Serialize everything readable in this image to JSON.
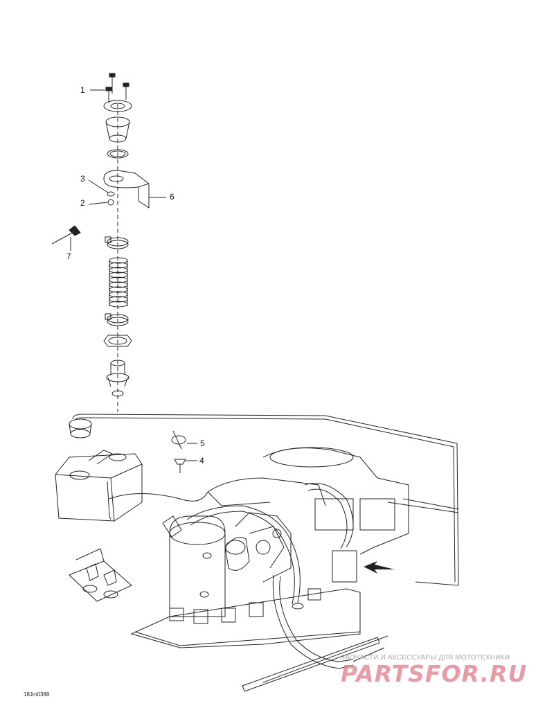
{
  "callouts": [
    {
      "id": "c1",
      "label": "1"
    },
    {
      "id": "c2",
      "label": "2"
    },
    {
      "id": "c3",
      "label": "3"
    },
    {
      "id": "c4",
      "label": "4"
    },
    {
      "id": "c5",
      "label": "5"
    },
    {
      "id": "c6",
      "label": "6"
    },
    {
      "id": "c7",
      "label": "7"
    }
  ],
  "reference_code": "18Jm0388",
  "watermark": {
    "line": "ЗАПЧАСТИ И АКСЕССУАРЫ ДЛЯ МОТОТЕХНИКИ",
    "logo": "PARTSFOR.RU"
  },
  "colors": {
    "ink": "#222222",
    "watermark_text": "#a9a9a9",
    "watermark_logo": "#e07a8a"
  }
}
